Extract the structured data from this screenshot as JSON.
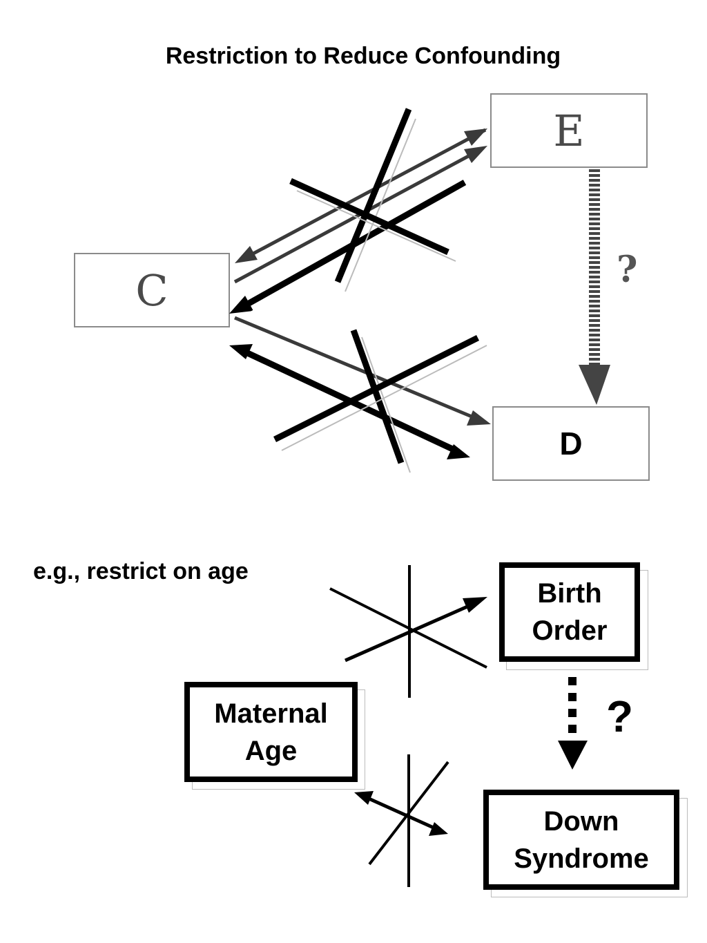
{
  "title": "Restriction to Reduce Confounding",
  "top_diagram": {
    "node_e": "E",
    "node_c": "C",
    "node_d": "D",
    "question": "?"
  },
  "example": {
    "label": "e.g., restrict on age",
    "node_birth_order": "Birth\nOrder",
    "node_maternal_age": "Maternal\nAge",
    "node_down_syndrome": "Down\nSyndrome",
    "question": "?"
  }
}
